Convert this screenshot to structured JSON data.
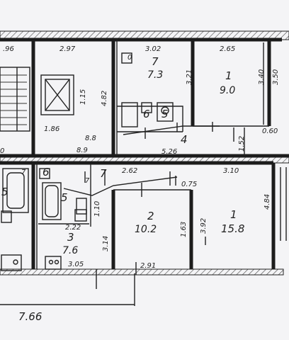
{
  "rooms": [
    {
      "id": "r1a",
      "number": "1",
      "area": "9.0"
    },
    {
      "id": "r7a",
      "number": "7",
      "area": "7.3"
    },
    {
      "id": "r6a",
      "number": "6",
      "area": ""
    },
    {
      "id": "r5a",
      "number": "5",
      "area": ""
    },
    {
      "id": "r4a",
      "number": "4",
      "area": ""
    },
    {
      "id": "r2b",
      "number": "2",
      "area": "10.2"
    },
    {
      "id": "r1b",
      "number": "1",
      "area": "15.8"
    },
    {
      "id": "r3b",
      "number": "3",
      "area": "7.6"
    },
    {
      "id": "r7b",
      "number": "7",
      "area": ""
    },
    {
      "id": "r6b",
      "number": "6",
      "area": ""
    },
    {
      "id": "r5b",
      "number": "5",
      "area": ""
    }
  ],
  "dimensions": {
    "top_left": ".96",
    "top_stair": "2.97",
    "top_kitchen": "3.02",
    "top_room1": "2.65",
    "elev_w": "1.86",
    "elev_h1": "1.15",
    "elev_h2": "4.82",
    "kitchen_h": "3.21",
    "room1_h1": "3.40",
    "room1_h2": "3.50",
    "corr_w": "5.26",
    "corr_a": "1.52",
    "corr_b": "0.60",
    "left_a": "0",
    "hall_a": "8.8",
    "hall_b": "8.9",
    "lower_a": "2.62",
    "lower_b": "3.10",
    "lower_c": "0.75",
    "lower_d": "2.22",
    "lower_e": "3.14",
    "lower_f": "1.10",
    "lower_g": "1.63",
    "lower_h": "3.92",
    "lower_i": "4.84",
    "bottom_a": "3.05",
    "bottom_b": "2.91",
    "total_w": "7.66"
  },
  "marks": {
    "stair_digit": "0",
    "wc_digit": "7",
    "wc_right": "7",
    "left_digit": "5"
  }
}
